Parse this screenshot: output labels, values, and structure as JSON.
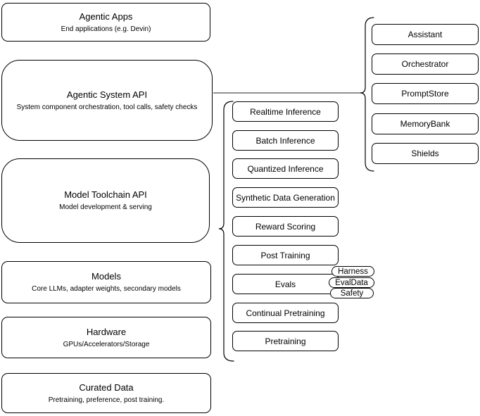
{
  "diagram": {
    "left_stack": [
      {
        "title": "Agentic Apps",
        "subtitle": "End applications (e.g. Devin)"
      },
      {
        "title": "Agentic System API",
        "subtitle": "System component orchestration, tool calls, safety checks"
      },
      {
        "title": "Model Toolchain API",
        "subtitle": "Model development & serving"
      },
      {
        "title": "Models",
        "subtitle": "Core LLMs, adapter weights, secondary models"
      },
      {
        "title": "Hardware",
        "subtitle": "GPUs/Accelerators/Storage"
      },
      {
        "title": "Curated Data",
        "subtitle": "Pretraining, preference, post training."
      }
    ],
    "toolchain_items": [
      "Realtime Inference",
      "Batch Inference",
      "Quantized Inference",
      "Synthetic Data Generation",
      "Reward Scoring",
      "Post Training",
      "Evals",
      "Continual Pretraining",
      "Pretraining"
    ],
    "eval_tags": [
      "Harness",
      "EvalData",
      "Safety"
    ],
    "system_items": [
      "Assistant",
      "Orchestrator",
      "PromptStore",
      "MemoryBank",
      "Shields"
    ],
    "colors": {
      "stroke": "#000000",
      "connector": "#4d4d4d",
      "node_fill": "#ffffff",
      "background": "#ffffff"
    }
  }
}
